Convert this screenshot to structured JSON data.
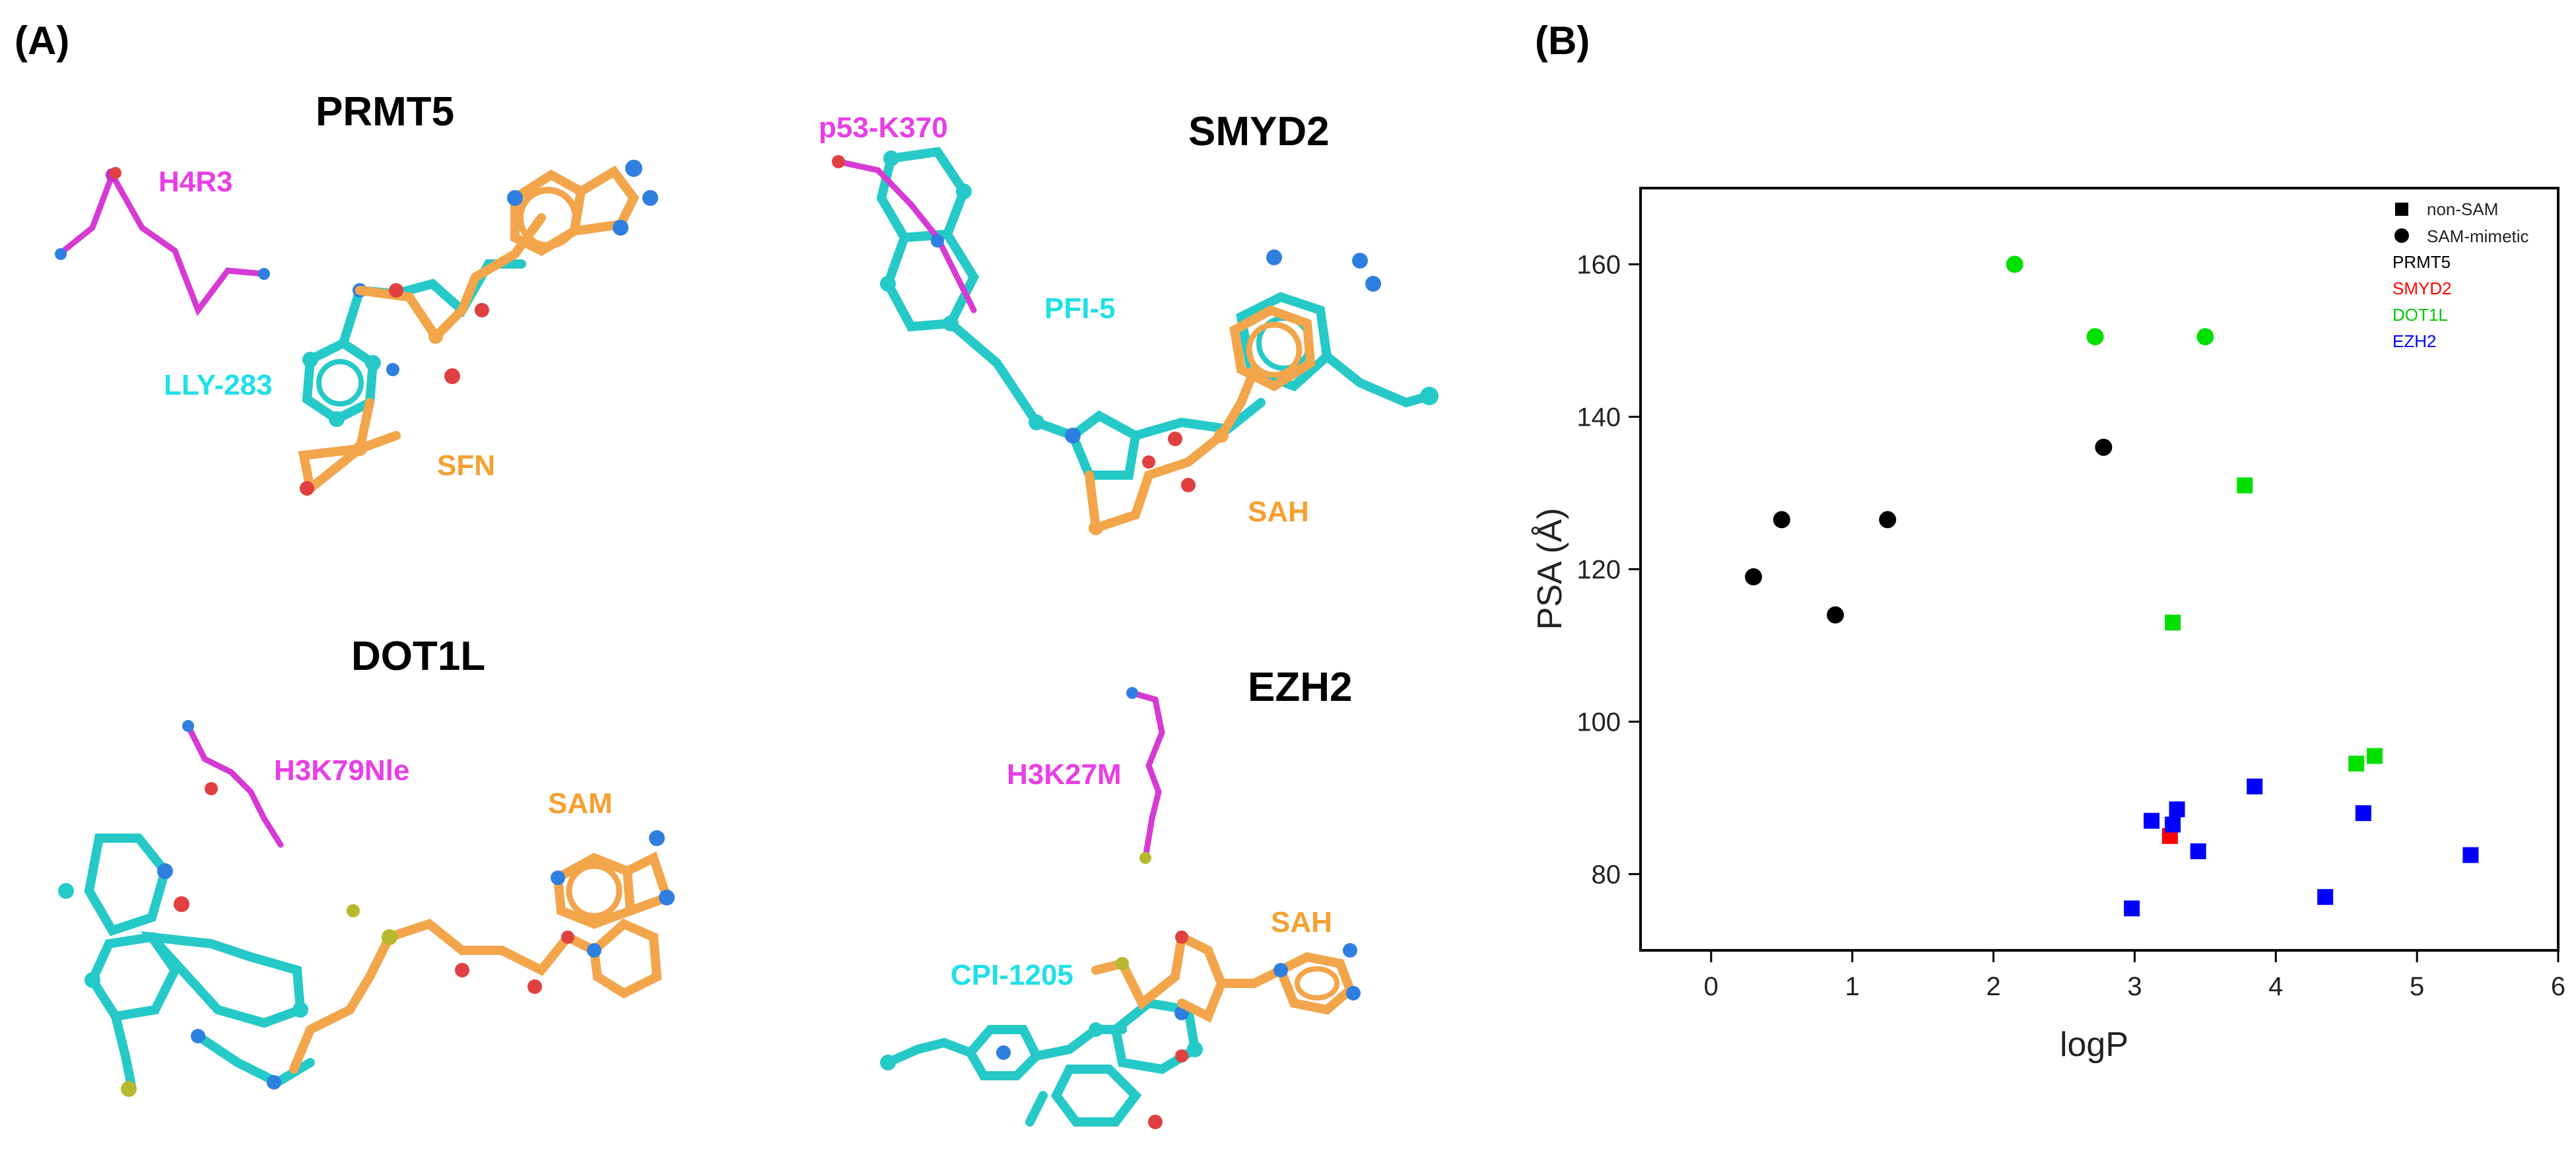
{
  "panel_a": {
    "tag": "(A)",
    "complexes": [
      {
        "title": "PRMT5",
        "peptide": "H4R3",
        "inhibitor": "LLY-283",
        "cofactor": "SFN"
      },
      {
        "title": "SMYD2",
        "peptide": "p53-K370",
        "inhibitor": "PFI-5",
        "cofactor": "SAH"
      },
      {
        "title": "DOT1L",
        "peptide": "H3K79Nle",
        "cofactor": "SAM"
      },
      {
        "title": "EZH2",
        "peptide": "H3K27M",
        "inhibitor": "CPI-1205",
        "cofactor": "SAH"
      }
    ],
    "colors": {
      "peptide": "#e83ee6",
      "inhibitor": "#1fe0e6",
      "cofactor": "#f5a033"
    }
  },
  "panel_b": {
    "tag": "(B)"
  },
  "chart_data": {
    "type": "scatter",
    "xlabel": "logP",
    "ylabel": "PSA (Å)",
    "xlim": [
      -0.5,
      6
    ],
    "ylim": [
      70,
      170
    ],
    "xticks": [
      0,
      1,
      2,
      3,
      4,
      5,
      6
    ],
    "yticks": [
      80,
      100,
      120,
      140,
      160
    ],
    "grid": false,
    "legend_position": "top-right",
    "legend": {
      "shapes": [
        {
          "label": "non-SAM",
          "marker": "square"
        },
        {
          "label": "SAM-mimetic",
          "marker": "circle"
        }
      ],
      "targets": [
        {
          "label": "PRMT5",
          "color": "#000000"
        },
        {
          "label": "SMYD2",
          "color": "#ff0000"
        },
        {
          "label": "DOT1L",
          "color": "#00e000"
        },
        {
          "label": "EZH2",
          "color": "#0000ff"
        }
      ]
    },
    "series": [
      {
        "name": "PRMT5",
        "color": "#000000",
        "marker": "circle",
        "points": [
          [
            0.3,
            119
          ],
          [
            0.5,
            126.5
          ],
          [
            0.88,
            114
          ],
          [
            1.25,
            126.5
          ],
          [
            2.78,
            136
          ]
        ]
      },
      {
        "name": "SMYD2",
        "color": "#ff0000",
        "marker": "square",
        "points": [
          [
            3.25,
            85
          ]
        ]
      },
      {
        "name": "DOT1L",
        "color": "#00e000",
        "marker": "circle",
        "points": [
          [
            2.15,
            160
          ],
          [
            2.72,
            150.5
          ],
          [
            3.5,
            150.5
          ]
        ]
      },
      {
        "name": "DOT1L",
        "color": "#00e000",
        "marker": "square",
        "points": [
          [
            3.27,
            113
          ],
          [
            3.78,
            131
          ],
          [
            4.57,
            94.5
          ],
          [
            4.7,
            95.5
          ]
        ]
      },
      {
        "name": "EZH2",
        "color": "#0000ff",
        "marker": "square",
        "points": [
          [
            2.98,
            75.5
          ],
          [
            3.12,
            87
          ],
          [
            3.27,
            86.5
          ],
          [
            3.3,
            88.5
          ],
          [
            3.45,
            83
          ],
          [
            3.85,
            91.5
          ],
          [
            4.35,
            77
          ],
          [
            4.62,
            88
          ],
          [
            5.38,
            82.5
          ]
        ]
      }
    ]
  }
}
